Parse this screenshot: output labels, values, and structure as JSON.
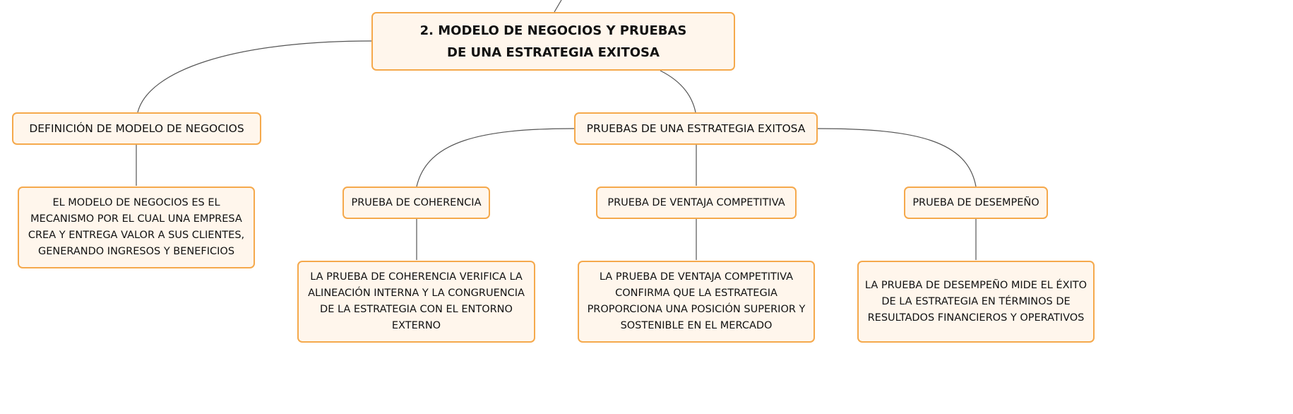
{
  "colors": {
    "node_bg": "#fff6ec",
    "node_border": "#f5a94c",
    "line": "#555555"
  },
  "root": "2. MODELO DE NEGOCIOS Y PRUEBAS DE UNA ESTRATEGIA EXITOSA",
  "definicion": {
    "title": "DEFINICIÓN DE MODELO DE NEGOCIOS",
    "detail": "EL MODELO DE NEGOCIOS ES EL MECANISMO POR EL CUAL UNA EMPRESA CREA Y ENTREGA VALOR A SUS CLIENTES, GENERANDO INGRESOS Y BENEFICIOS"
  },
  "pruebas": {
    "title": "PRUEBAS DE UNA ESTRATEGIA EXITOSA",
    "coherencia": {
      "title": "PRUEBA DE COHERENCIA",
      "detail": "LA PRUEBA DE COHERENCIA VERIFICA LA ALINEACIÓN INTERNA Y LA CONGRUENCIA DE LA ESTRATEGIA CON EL ENTORNO EXTERNO"
    },
    "ventaja": {
      "title": "PRUEBA DE VENTAJA COMPETITIVA",
      "detail": "LA PRUEBA DE VENTAJA COMPETITIVA CONFIRMA QUE LA ESTRATEGIA PROPORCIONA UNA POSICIÓN SUPERIOR Y SOSTENIBLE EN EL MERCADO"
    },
    "desempeno": {
      "title": "PRUEBA DE DESEMPEÑO",
      "detail": "LA PRUEBA DE DESEMPEÑO MIDE EL ÉXITO DE LA ESTRATEGIA EN TÉRMINOS DE RESULTADOS FINANCIEROS Y OPERATIVOS"
    }
  }
}
